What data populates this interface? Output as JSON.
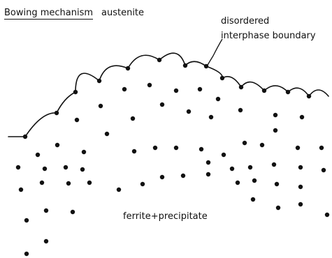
{
  "title": "Bowing mechanism",
  "phase_top": "austenite",
  "phase_bottom": "ferrite+precipitate",
  "annotation": {
    "line1": "disordered",
    "line2": "interphase boundary"
  },
  "colors": {
    "ink": "#111111",
    "background": "#ffffff"
  }
}
